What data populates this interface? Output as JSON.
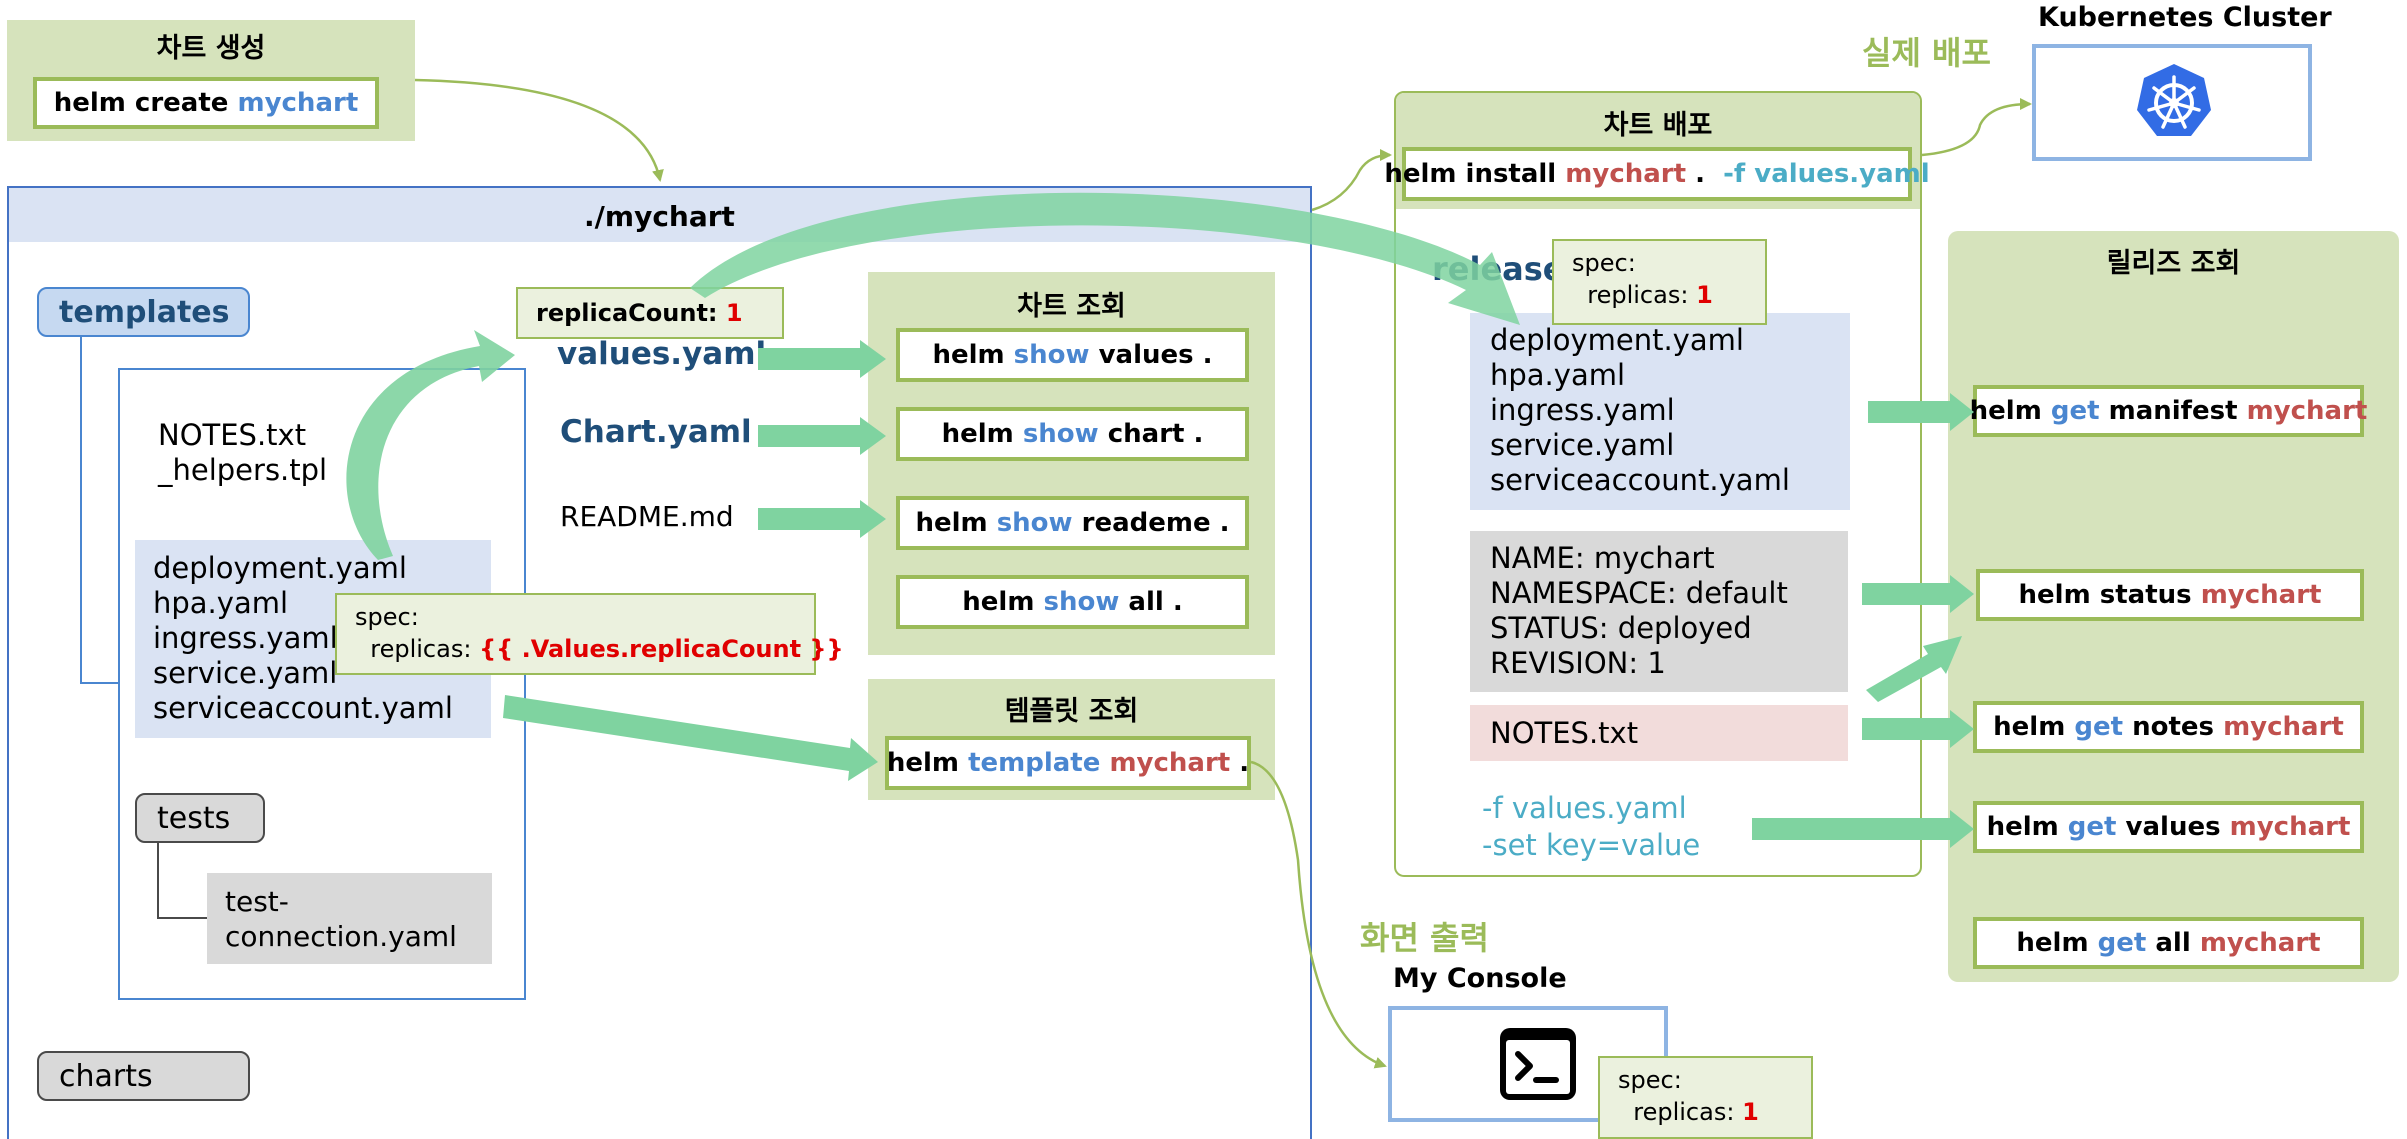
{
  "create": {
    "title": "차트 생성",
    "cmd": "helm create",
    "chart": "mychart"
  },
  "chart_dir": {
    "title": "./mychart"
  },
  "templates": {
    "label": "templates"
  },
  "replica_value": {
    "key": "replicaCount:",
    "value": "1"
  },
  "files": {
    "values": "values.yaml",
    "chart": "Chart.yaml",
    "readme": "README.md",
    "notes": "NOTES.txt",
    "helpers": "_helpers.tpl"
  },
  "template_files": {
    "deployment": "deployment.yaml",
    "hpa": "hpa.yaml",
    "ingress": "ingress.yaml",
    "service": "service.yaml",
    "serviceaccount": "serviceaccount.yaml"
  },
  "template_spec": {
    "line1": "spec:",
    "line2": "  replicas: ",
    "expr": "{{ .Values.replicaCount }}"
  },
  "tests": {
    "label": "tests",
    "file": "test-\nconnection.yaml"
  },
  "charts": {
    "label": "charts"
  },
  "show_panel": {
    "title": "차트 조회",
    "items": [
      {
        "pre": "helm",
        "verb": "show",
        "arg": "values ."
      },
      {
        "pre": "helm",
        "verb": "show",
        "arg": "chart ."
      },
      {
        "pre": "helm",
        "verb": "show",
        "arg": "reademe ."
      },
      {
        "pre": "helm",
        "verb": "show",
        "arg": "all ."
      }
    ]
  },
  "template_panel": {
    "title": "템플릿 조회",
    "pre": "helm",
    "verb": "template",
    "chart": "mychart",
    "dot": "."
  },
  "deploy_label": "실제 배포",
  "k8s": {
    "title": "Kubernetes Cluster"
  },
  "deploy_panel": {
    "title": "차트 배포",
    "pre": "helm install",
    "chart": "mychart",
    "dot": ".",
    "flag": "-f values.yaml"
  },
  "release": {
    "label": "release"
  },
  "release_spec": {
    "line1": "spec:",
    "line2": "  replicas: ",
    "value": "1"
  },
  "release_files": [
    "deployment.yaml",
    "hpa.yaml",
    "ingress.yaml",
    "service.yaml",
    "serviceaccount.yaml"
  ],
  "status_box": [
    "NAME: mychart",
    "NAMESPACE: default",
    "STATUS: deployed",
    "REVISION: 1"
  ],
  "notes_box": "NOTES.txt",
  "values_box": [
    "-f values.yaml",
    "-set key=value"
  ],
  "query_panel": {
    "title": "릴리즈 조회",
    "items": [
      {
        "pre": "helm",
        "verb": "get",
        "arg": "manifest",
        "chart": "mychart"
      },
      {
        "pre": "helm",
        "verb": "",
        "arg": "status",
        "chart": "mychart"
      },
      {
        "pre": "helm",
        "verb": "get",
        "arg": "notes",
        "chart": "mychart"
      },
      {
        "pre": "helm",
        "verb": "get",
        "arg": "values",
        "chart": "mychart"
      },
      {
        "pre": "helm",
        "verb": "get",
        "arg": "all",
        "chart": "mychart"
      }
    ]
  },
  "output_label": "화면 출력",
  "console": {
    "title": "My Console"
  },
  "console_spec": {
    "line1": "spec:",
    "line2": "  replicas: ",
    "value": "1"
  },
  "icons": {
    "k8s": "kubernetes-icon",
    "console": "terminal-icon"
  },
  "colors": {
    "panel": "#d6e3bc",
    "border": "#9bbb59",
    "blue": "#4a86d0",
    "red": "#c0504d",
    "arrow": "#6fd39a",
    "teal": "#4bacc6"
  }
}
